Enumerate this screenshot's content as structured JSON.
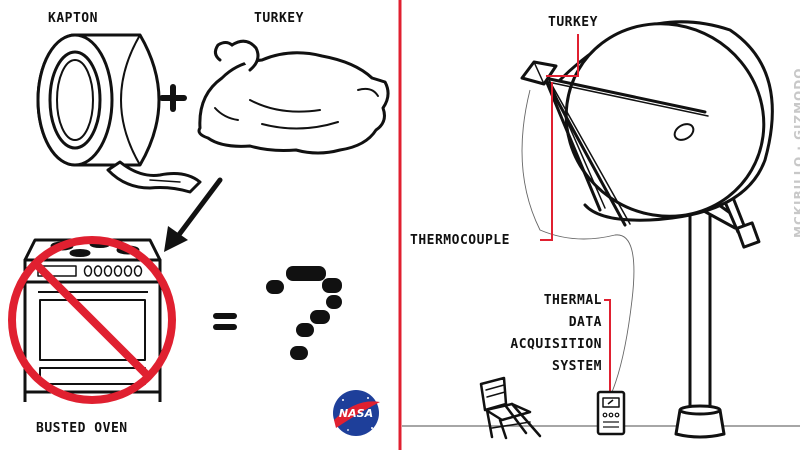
{
  "left_panel": {
    "kapton_label": "KAPTON",
    "turkey_label": "TURKEY",
    "plus_symbol": "+",
    "equals_symbol": "=",
    "busted_oven_label": "BUSTED OVEN",
    "nasa_logo_text": "NASA"
  },
  "right_panel": {
    "turkey_label": "TURKEY",
    "thermocouple_label": "THERMOCOUPLE",
    "daq_lines": [
      "THERMAL",
      "DATA",
      "ACQUISITION",
      "SYSTEM"
    ]
  },
  "credit": "MCKIBILLO · GIZMODO",
  "colors": {
    "divider": "#e02030",
    "prohibit": "#e02030",
    "callout": "#e02030",
    "ink": "#111111",
    "nasa_blue": "#1e3f9a",
    "credit_gray": "#c8c8c8"
  }
}
